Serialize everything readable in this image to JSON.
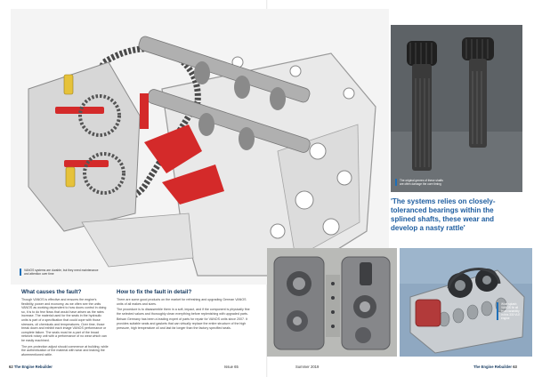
{
  "hero": {
    "caption_lines": [
      "VANOS systems are durable, but they need maintenance",
      "and attention over time"
    ]
  },
  "sections": {
    "causes": {
      "heading": "What causes the fault?",
      "paragraphs": [
        "Though VANOS is effective and ensures the engine's flexibility, power and economy, as we often see the units VANOS as working dependent to how doors control in doing so, it is to do few flows that would have arisen as the rates increase. The material used for the seals in the hydraulic units is part of a specification that could cope with those stresses, oil chemicals and temperatures. Over time, those break down and exhibit each image VANOS performance or complete failure. The seals must be a part of the broad network rotary unit with a performance of no wear which can be easily machined.",
        "The pre-protection adjust should commence at building, while the authentication of the material with wear and leaking the aforementioned rattle."
      ]
    },
    "fix": {
      "heading": "How to fix the fault in detail?",
      "paragraphs": [
        "There are some good products on the market for refreshing and upgrading German VANOS units of all makes and sizes.",
        "The procedure is to disassemble them in a soft, impact, and if the component is physically fine the selected values and thoroughly clean everything before replenishing with upgraded parts.",
        "Beisan Germany has been a leading expert of parts for repair for VANOS units since 2007. It provides suitable seals and gaskets that can virtually replace the entire structure of the high pressure, high temperature oil and last far longer than the factory specified seals."
      ]
    }
  },
  "photos": {
    "shafts": {
      "caption_lines": [
        "The original genres of these shafts",
        "are often damage the core timing"
      ]
    },
    "head": {
      "caption_lines": [
        "Wide splash",
        "VANOS fix all",
        "from variability",
        "in this 330 VLE",
        "engine"
      ]
    }
  },
  "pull_quote": {
    "lines": [
      "'The systems relies on closely-",
      "toleranced bearings within the",
      "splined shafts, these wear and",
      "develop a nasty rattle'"
    ]
  },
  "footer": {
    "left_folio": "62",
    "left_pub": "The Engine Rebuilder",
    "issue": "Issue 65",
    "season": "Summer 2019",
    "right_pub": "The Engine Rebuilder",
    "right_folio": "63"
  },
  "colors": {
    "accent": "#1f5ea0",
    "heading": "#15395f",
    "highlight_red": "#d42a2a"
  }
}
